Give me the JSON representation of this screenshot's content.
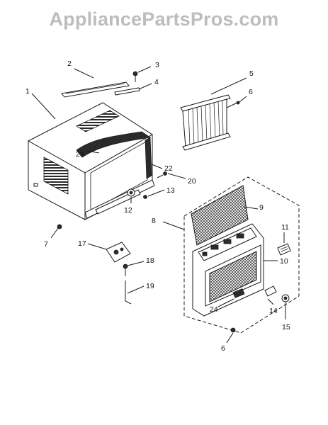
{
  "watermark": "AppliancePartsPros.com",
  "callouts": [
    {
      "id": "c1",
      "label": "1"
    },
    {
      "id": "c2",
      "label": "2"
    },
    {
      "id": "c3",
      "label": "3"
    },
    {
      "id": "c4",
      "label": "4"
    },
    {
      "id": "c5",
      "label": "5"
    },
    {
      "id": "c6a",
      "label": "6"
    },
    {
      "id": "c6b",
      "label": "6"
    },
    {
      "id": "c7",
      "label": "7"
    },
    {
      "id": "c8",
      "label": "8"
    },
    {
      "id": "c9",
      "label": "9"
    },
    {
      "id": "c10",
      "label": "10"
    },
    {
      "id": "c11",
      "label": "11"
    },
    {
      "id": "c12",
      "label": "12"
    },
    {
      "id": "c13",
      "label": "13"
    },
    {
      "id": "c14",
      "label": "14"
    },
    {
      "id": "c15",
      "label": "15"
    },
    {
      "id": "c17",
      "label": "17"
    },
    {
      "id": "c18",
      "label": "18"
    },
    {
      "id": "c19",
      "label": "19"
    },
    {
      "id": "c20",
      "label": "20"
    },
    {
      "id": "c22",
      "label": "22"
    },
    {
      "id": "c23",
      "label": "23"
    },
    {
      "id": "c24",
      "label": "24"
    }
  ]
}
